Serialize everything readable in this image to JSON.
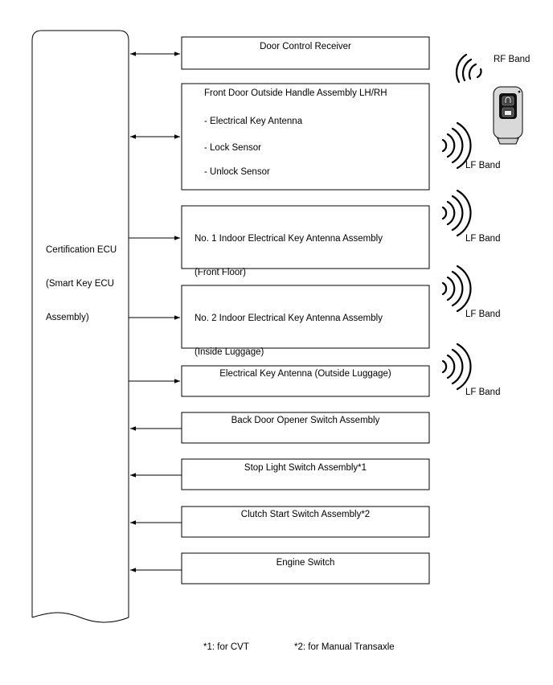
{
  "ecu": {
    "label_lines": [
      "Certification ECU",
      "(Smart Key ECU",
      "Assembly)"
    ]
  },
  "components": [
    {
      "id": "door-control-receiver",
      "lines": [
        "Door Control Receiver"
      ],
      "arrow": "both"
    },
    {
      "id": "front-door-handle",
      "lines": [
        "Front Door Outside Handle Assembly LH/RH"
      ],
      "sub_items": [
        "- Electrical Key Antenna",
        "- Lock Sensor",
        "- Unlock Sensor"
      ],
      "arrow": "both"
    },
    {
      "id": "indoor-antenna-1",
      "lines": [
        "No. 1 Indoor Electrical Key Antenna Assembly",
        "(Front Floor)"
      ],
      "arrow": "to-component"
    },
    {
      "id": "indoor-antenna-2",
      "lines": [
        "No. 2 Indoor Electrical Key Antenna Assembly",
        "(Inside Luggage)"
      ],
      "arrow": "to-component"
    },
    {
      "id": "outside-luggage-antenna",
      "lines": [
        "Electrical Key Antenna (Outside Luggage)"
      ],
      "arrow": "to-component"
    },
    {
      "id": "back-door-opener",
      "lines": [
        "Back Door Opener Switch Assembly"
      ],
      "arrow": "to-ecu"
    },
    {
      "id": "stop-light-switch",
      "lines": [
        "Stop Light Switch Assembly*1"
      ],
      "arrow": "to-ecu"
    },
    {
      "id": "clutch-start-switch",
      "lines": [
        "Clutch Start Switch Assembly*2"
      ],
      "arrow": "to-ecu"
    },
    {
      "id": "engine-switch",
      "lines": [
        "Engine Switch"
      ],
      "arrow": "to-ecu"
    }
  ],
  "bands": {
    "rf": "RF Band",
    "lf": "LF Band"
  },
  "footnotes": [
    "*1: for CVT",
    "*2: for Manual Transaxle"
  ]
}
